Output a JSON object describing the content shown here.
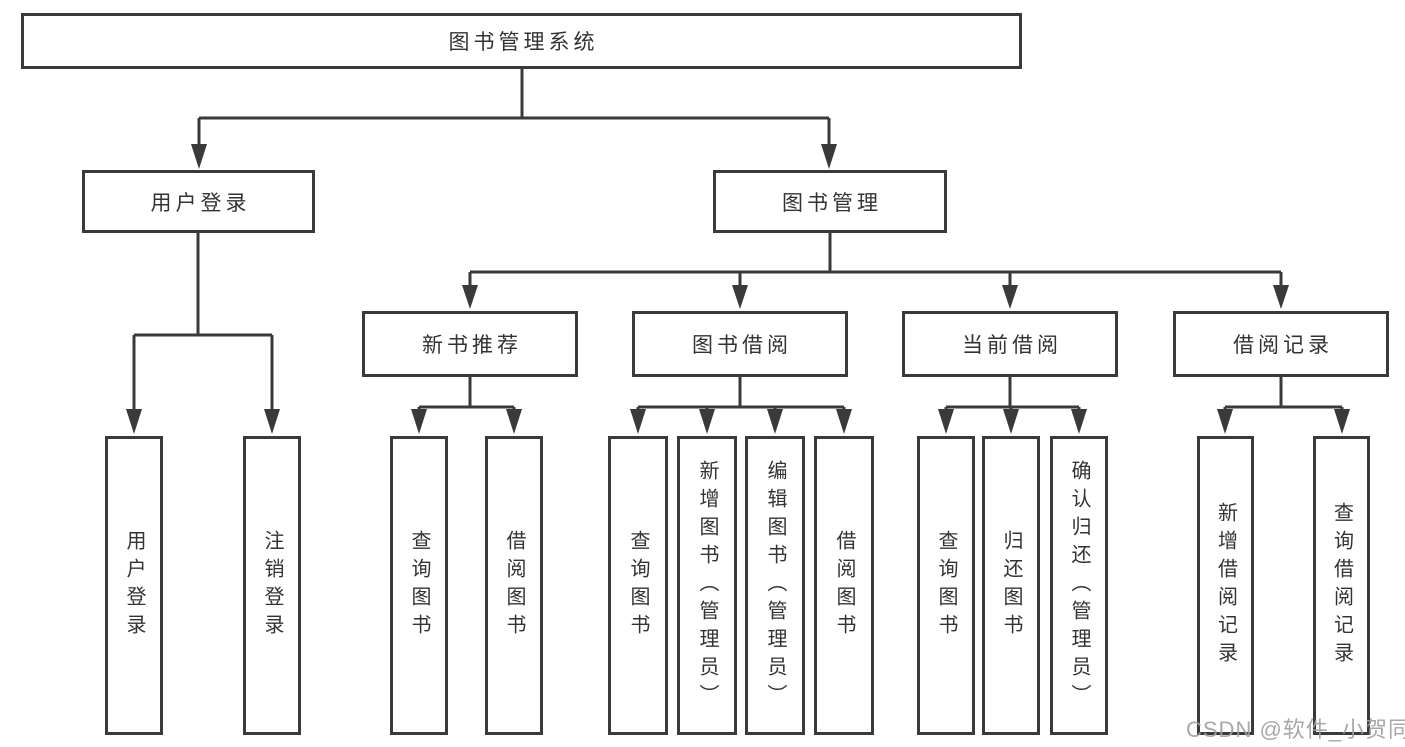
{
  "diagram": {
    "root": "图书管理系统",
    "branches": [
      {
        "label": "用户登录",
        "leaves": [
          "用户登录",
          "注销登录"
        ]
      },
      {
        "label": "图书管理",
        "groups": [
          {
            "label": "新书推荐",
            "leaves": [
              "查询图书",
              "借阅图书"
            ]
          },
          {
            "label": "图书借阅",
            "leaves": [
              "查询图书",
              "新增图书（管理员）",
              "编辑图书（管理员）",
              "借阅图书"
            ]
          },
          {
            "label": "当前借阅",
            "leaves": [
              "查询图书",
              "归还图书",
              "确认归还（管理员）"
            ]
          },
          {
            "label": "借阅记录",
            "leaves": [
              "新增借阅记录",
              "查询借阅记录"
            ]
          }
        ]
      }
    ]
  },
  "watermark": "CSDN @软件_小贺同学",
  "colors": {
    "line": "#3a3a3a",
    "text": "#333333",
    "watermark": "#9e9e9e",
    "background": "#ffffff"
  }
}
